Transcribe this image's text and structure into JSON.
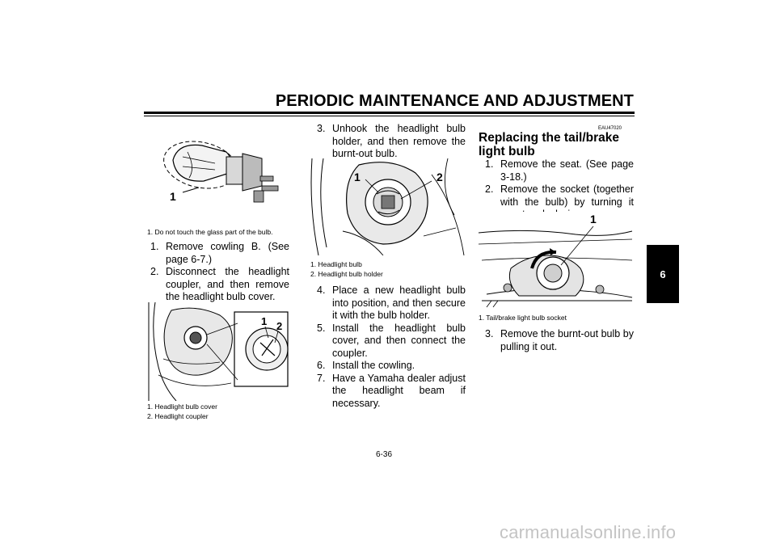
{
  "header": {
    "title": "PERIODIC MAINTENANCE AND ADJUSTMENT"
  },
  "chapter_tab": "6",
  "figures": {
    "bulb": {
      "callouts": [
        "1"
      ],
      "caption": [
        "1.  Do not touch the glass part of the bulb."
      ]
    },
    "cover": {
      "callouts": [
        "1",
        "2"
      ],
      "caption": [
        "1.  Headlight bulb cover",
        "2.  Headlight coupler"
      ]
    },
    "holder": {
      "callouts": [
        "1",
        "2"
      ],
      "caption": [
        "1.  Headlight bulb",
        "2.  Headlight bulb holder"
      ]
    },
    "socket": {
      "callouts": [
        "1"
      ],
      "caption": [
        "1.  Tail/brake light bulb socket"
      ]
    }
  },
  "col1_steps": [
    {
      "num": "1.",
      "text": "Remove cowling B. (See page 6-7.)"
    },
    {
      "num": "2.",
      "text": "Disconnect the headlight coupler, and then remove the headlight bulb cover."
    }
  ],
  "col2_steps_a": [
    {
      "num": "3.",
      "text": "Unhook the headlight bulb holder, and then remove the burnt-out bulb."
    }
  ],
  "col2_steps_b": [
    {
      "num": "4.",
      "text": "Place a new headlight bulb into position, and then secure it with the bulb holder."
    },
    {
      "num": "5.",
      "text": "Install the headlight bulb cover, and then connect the coupler."
    },
    {
      "num": "6.",
      "text": "Install the cowling."
    },
    {
      "num": "7.",
      "text": "Have a Yamaha dealer adjust the headlight beam if necessary."
    }
  ],
  "section": {
    "code": "EAU47020",
    "title": "Replacing the tail/brake light bulb"
  },
  "col3_steps_a": [
    {
      "num": "1.",
      "text": "Remove the seat. (See page 3-18.)"
    },
    {
      "num": "2.",
      "text": "Remove the socket (together with the bulb) by turning it counter-clockwise."
    }
  ],
  "col3_steps_b": [
    {
      "num": "3.",
      "text": "Remove the burnt-out bulb by pulling it out."
    }
  ],
  "page_number": "6-36",
  "watermark": "carmanualsonline.info"
}
